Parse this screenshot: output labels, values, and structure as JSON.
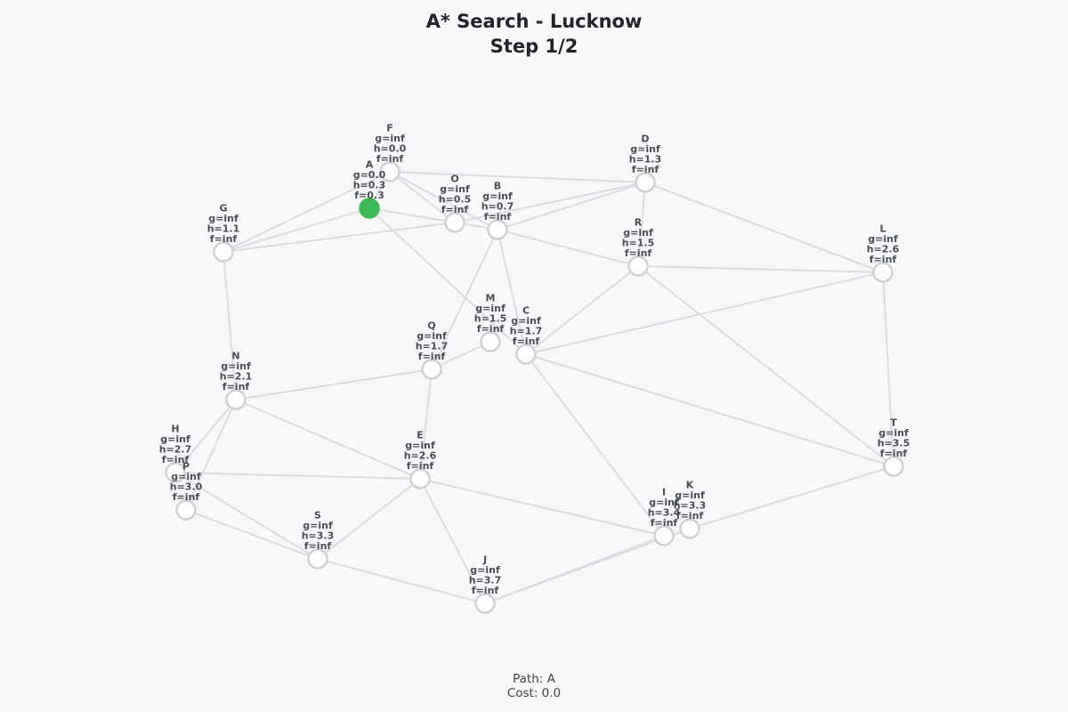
{
  "title": "A* Search - Lucknow",
  "subtitle": "Step 1/2",
  "footer": {
    "path": "Path: A",
    "cost": "Cost: 0.0"
  },
  "colors": {
    "background": "#f7f8fa",
    "current_node": "#3dba55",
    "unvisited_node_fill": "#ffffff",
    "unvisited_node_stroke": "#cfd1d4",
    "edge": "#dcdde0",
    "label": "#4a4d52"
  },
  "current_node": "A",
  "nodes": [
    {
      "id": "A",
      "g": "0.0",
      "h": "0.3",
      "f": "0.3"
    },
    {
      "id": "B",
      "g": "inf",
      "h": "0.7",
      "f": "inf"
    },
    {
      "id": "C",
      "g": "inf",
      "h": "1.7",
      "f": "inf"
    },
    {
      "id": "D",
      "g": "inf",
      "h": "1.3",
      "f": "inf"
    },
    {
      "id": "E",
      "g": "inf",
      "h": "2.6",
      "f": "inf"
    },
    {
      "id": "F",
      "g": "inf",
      "h": "0.0",
      "f": "inf"
    },
    {
      "id": "G",
      "g": "inf",
      "h": "1.1",
      "f": "inf"
    },
    {
      "id": "H",
      "g": "inf",
      "h": "2.7",
      "f": "inf"
    },
    {
      "id": "I",
      "g": "inf",
      "h": "3.4",
      "f": "inf"
    },
    {
      "id": "J",
      "g": "inf",
      "h": "3.7",
      "f": "inf"
    },
    {
      "id": "K",
      "g": "inf",
      "h": "3.3",
      "f": "inf"
    },
    {
      "id": "L",
      "g": "inf",
      "h": "2.6",
      "f": "inf"
    },
    {
      "id": "M",
      "g": "inf",
      "h": "1.5",
      "f": "inf"
    },
    {
      "id": "N",
      "g": "inf",
      "h": "2.1",
      "f": "inf"
    },
    {
      "id": "O",
      "g": "inf",
      "h": "0.5",
      "f": "inf"
    },
    {
      "id": "P",
      "g": "inf",
      "h": "3.0",
      "f": "inf"
    },
    {
      "id": "Q",
      "g": "inf",
      "h": "1.7",
      "f": "inf"
    },
    {
      "id": "R",
      "g": "inf",
      "h": "1.5",
      "f": "inf"
    },
    {
      "id": "S",
      "g": "inf",
      "h": "3.3",
      "f": "inf"
    },
    {
      "id": "T",
      "g": "inf",
      "h": "3.5",
      "f": "inf"
    }
  ],
  "edges": [
    [
      "A",
      "F"
    ],
    [
      "A",
      "O"
    ],
    [
      "A",
      "G"
    ],
    [
      "A",
      "C"
    ],
    [
      "F",
      "O"
    ],
    [
      "F",
      "D"
    ],
    [
      "F",
      "G"
    ],
    [
      "F",
      "B"
    ],
    [
      "O",
      "B"
    ],
    [
      "O",
      "G"
    ],
    [
      "B",
      "D"
    ],
    [
      "O",
      "D"
    ],
    [
      "B",
      "R"
    ],
    [
      "B",
      "C"
    ],
    [
      "B",
      "Q"
    ],
    [
      "D",
      "R"
    ],
    [
      "D",
      "L"
    ],
    [
      "R",
      "L"
    ],
    [
      "R",
      "C"
    ],
    [
      "R",
      "T"
    ],
    [
      "L",
      "C"
    ],
    [
      "L",
      "T"
    ],
    [
      "G",
      "N"
    ],
    [
      "N",
      "Q"
    ],
    [
      "N",
      "E"
    ],
    [
      "N",
      "H"
    ],
    [
      "N",
      "P"
    ],
    [
      "Q",
      "M"
    ],
    [
      "Q",
      "E"
    ],
    [
      "C",
      "T"
    ],
    [
      "C",
      "I"
    ],
    [
      "H",
      "E"
    ],
    [
      "P",
      "S"
    ],
    [
      "H",
      "S"
    ],
    [
      "E",
      "S"
    ],
    [
      "E",
      "J"
    ],
    [
      "E",
      "I"
    ],
    [
      "S",
      "J"
    ],
    [
      "J",
      "I"
    ],
    [
      "J",
      "K"
    ],
    [
      "K",
      "T"
    ]
  ]
}
